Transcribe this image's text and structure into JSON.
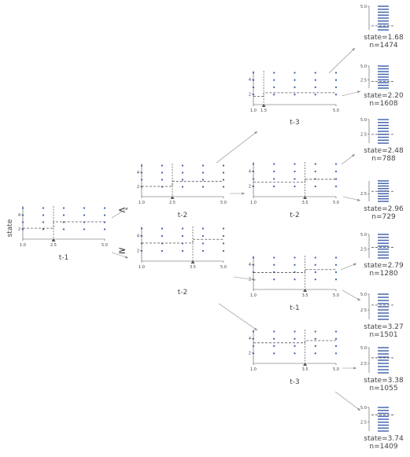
{
  "tree": {
    "target_label": "state",
    "edge_labels": {
      "left": "<",
      "right": "≥"
    },
    "nodes": [
      {
        "feature": "t-1",
        "threshold": 2.5,
        "xlim": [
          1.0,
          5.0
        ],
        "yticks": [
          "2",
          "4"
        ],
        "xticks": [
          "1.0",
          "2.5",
          "5.0"
        ],
        "means": [
          2.1,
          3.0
        ]
      },
      {
        "feature": "t-2",
        "threshold": 2.5,
        "xlim": [
          1.0,
          5.0
        ],
        "yticks": [
          "2",
          "4"
        ],
        "xticks": [
          "1.0",
          "2.5",
          "5.0"
        ],
        "means": [
          2.0,
          2.7
        ]
      },
      {
        "feature": "t-2",
        "threshold": 3.5,
        "xlim": [
          1.0,
          5.0
        ],
        "yticks": [
          "2",
          "4"
        ],
        "xticks": [
          "1.0",
          "3.5",
          "5.0"
        ],
        "means": [
          3.0,
          3.5
        ]
      },
      {
        "feature": "t-3",
        "threshold": 1.5,
        "xlim": [
          1.0,
          5.0
        ],
        "yticks": [
          "2",
          "4"
        ],
        "xticks": [
          "1.0",
          "1.5",
          "5.0"
        ],
        "means": [
          1.7,
          2.2
        ]
      },
      {
        "feature": "t-2",
        "threshold": 3.5,
        "xlim": [
          1.0,
          5.0
        ],
        "yticks": [
          "2",
          "4"
        ],
        "xticks": [
          "1.0",
          "3.5",
          "5.0"
        ],
        "means": [
          2.5,
          2.9
        ]
      },
      {
        "feature": "t-1",
        "threshold": 3.5,
        "xlim": [
          1.0,
          5.0
        ],
        "yticks": [
          "2",
          "4"
        ],
        "xticks": [
          "1.0",
          "3.5",
          "5.0"
        ],
        "means": [
          2.9,
          3.3
        ]
      },
      {
        "feature": "t-3",
        "threshold": 3.5,
        "xlim": [
          1.0,
          5.0
        ],
        "yticks": [
          "2",
          "4"
        ],
        "xticks": [
          "1.0",
          "3.5",
          "5.0"
        ],
        "means": [
          3.4,
          3.7
        ]
      }
    ],
    "leaves": [
      {
        "state": "state=1.68",
        "n": "n=1474",
        "mean": 1.68,
        "yticks": [
          "5.0"
        ]
      },
      {
        "state": "state=2.20",
        "n": "n=1608",
        "mean": 2.2,
        "yticks": [
          "5.0",
          "2.5"
        ]
      },
      {
        "state": "state=2.48",
        "n": "n=788",
        "mean": 2.48,
        "yticks": [
          "5.0",
          "2.5"
        ]
      },
      {
        "state": "state=2.96",
        "n": "n=729",
        "mean": 2.96,
        "yticks": [
          "2.5"
        ]
      },
      {
        "state": "state=2.79",
        "n": "n=1280",
        "mean": 2.79,
        "yticks": [
          "5.0",
          "2.5"
        ]
      },
      {
        "state": "state=3.27",
        "n": "n=1501",
        "mean": 3.27,
        "yticks": [
          "5.0",
          "2.5"
        ]
      },
      {
        "state": "state=3.38",
        "n": "n=1055",
        "mean": 3.38,
        "yticks": [
          "5.0",
          "2.5"
        ]
      },
      {
        "state": "state=3.74",
        "n": "n=1409",
        "mean": 3.74,
        "yticks": [
          "5.0",
          "2.5"
        ]
      }
    ]
  }
}
